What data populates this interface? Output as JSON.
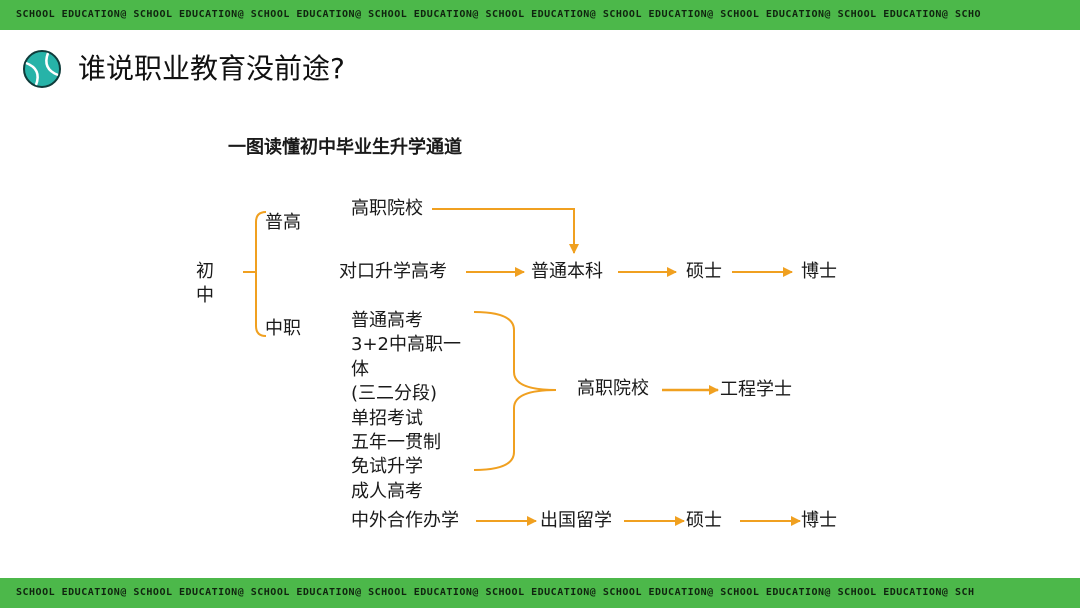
{
  "banner": {
    "top_text": "SCHOOL EDUCATION@ SCHOOL EDUCATION@ SCHOOL EDUCATION@ SCHOOL EDUCATION@ SCHOOL EDUCATION@ SCHOOL EDUCATION@ SCHOOL EDUCATION@ SCHOOL EDUCATION@ SCHO",
    "bottom_text": "SCHOOL EDUCATION@ SCHOOL EDUCATION@ SCHOOL EDUCATION@ SCHOOL EDUCATION@ SCHOOL EDUCATION@ SCHOOL EDUCATION@ SCHOOL EDUCATION@ SCHOOL EDUCATION@ SCH",
    "color": "#4cb84a"
  },
  "header": {
    "title": "谁说职业教育没前途?",
    "logo_icon": "tennis-ball-icon",
    "logo_color": "#27b3a8"
  },
  "diagram": {
    "subtitle": "一图读懂初中毕业生升学通道",
    "line_color": "#f0a020",
    "root": "初中",
    "branch_top": "普高",
    "branch_bottom": "中职",
    "row1": {
      "start": "高职院校"
    },
    "row2": {
      "start": "对口升学高考",
      "mid": "普通本科",
      "next": "硕士",
      "end": "博士"
    },
    "list": [
      "普通高考",
      "3+2中高职一",
      "体",
      "(三二分段)",
      "单招考试",
      "五年一贯制",
      "免试升学",
      "成人高考"
    ],
    "row3": {
      "target": "高职院校",
      "end": "工程学士"
    },
    "row4": {
      "start": "中外合作办学",
      "mid": "出国留学",
      "next": "硕士",
      "end": "博士"
    }
  }
}
